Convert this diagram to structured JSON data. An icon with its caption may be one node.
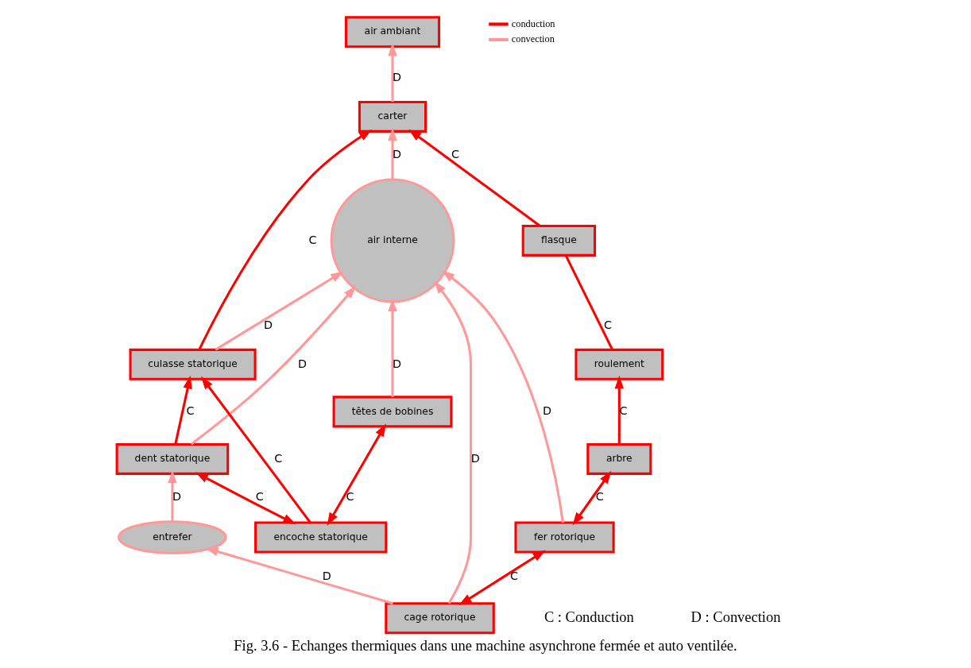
{
  "diagram": {
    "caption": "Fig. 3.6 - Echanges thermiques dans une machine asynchrone fermée et auto ventilée.",
    "nodes": [
      {
        "text": [
          "air ambiant"
        ]
      },
      {
        "text": [
          "carter"
        ]
      },
      {
        "text": [
          "culasse statorique"
        ]
      },
      {
        "text": [
          "dent statorique"
        ]
      },
      {
        "text": [
          "encoche statorique"
        ]
      },
      {
        "text": [
          "têtes de bobines"
        ]
      },
      {
        "text": [
          "entrefer"
        ]
      },
      {
        "text": [
          "air interne"
        ]
      },
      {
        "text": [
          "flasque"
        ]
      },
      {
        "text": [
          "cage rotorique"
        ]
      },
      {
        "text": [
          "fer rotorique"
        ]
      },
      {
        "text": [
          "roulement"
        ]
      },
      {
        "text": [
          "arbre"
        ]
      }
    ],
    "edges": [
      {
        "from": 1,
        "to": 0,
        "arrow": "to",
        "label": "D",
        "color": "#ff9999"
      },
      {
        "from": 8,
        "to": 1,
        "arrow": "to",
        "label": "C"
      },
      {
        "from": 7,
        "to": 1,
        "arrow": "to",
        "label": "D",
        "color": "#ff9999"
      },
      {
        "from": 2,
        "to": 1,
        "arrow": "to",
        "label": "C"
      },
      {
        "from": 2,
        "to": 7,
        "arrow": "to",
        "label": "D",
        "color": "#ff9999"
      },
      {
        "from": 3,
        "to": 2,
        "arrow": "to",
        "label": "C"
      },
      {
        "from": 4,
        "to": 2,
        "arrow": "to",
        "label": "C"
      },
      {
        "from": 4,
        "to": 3,
        "arrow": "both",
        "label": "C"
      },
      {
        "from": 4,
        "to": 5,
        "arrow": "both",
        "label": "C"
      },
      {
        "from": 5,
        "to": 7,
        "arrow": "to",
        "label": "D",
        "color": "#ff9999"
      },
      {
        "from": 3,
        "to": 7,
        "arrow": "to",
        "label": "D",
        "color": "#ff9999"
      },
      {
        "from": 6,
        "to": 3,
        "arrow": "to",
        "label": "D",
        "color": "#ff9999"
      },
      {
        "from": 9,
        "to": 6,
        "arrow": "to",
        "label": "D",
        "color": "#ff9999"
      },
      {
        "from": 9,
        "to": 7,
        "arrow": "to",
        "label": "D",
        "color": "#ff9999"
      },
      {
        "from": 9,
        "to": 10,
        "arrow": "both",
        "label": "C"
      },
      {
        "from": 10,
        "to": 7,
        "arrow": "to",
        "label": "D",
        "color": "#ff9999"
      },
      {
        "from": 10,
        "to": 12,
        "arrow": "both",
        "label": "C"
      },
      {
        "from": 12,
        "to": 11,
        "arrow": "to",
        "label": "C"
      },
      {
        "from": 11,
        "to": 8,
        "arrow": "none",
        "label": "C"
      }
    ],
    "labels": [
      "C : Conduction",
      "D : Convection"
    ],
    "legend": [
      {
        "text": "conduction"
      },
      {
        "text": "convection"
      }
    ]
  }
}
